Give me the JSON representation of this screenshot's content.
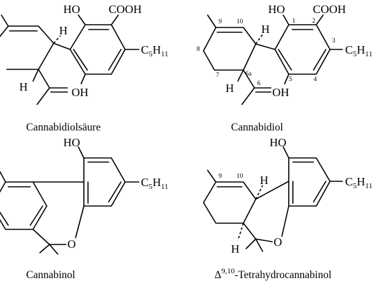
{
  "molecules": [
    {
      "caption": "Cannabidiolsäure",
      "hydroxyl_top": "HO",
      "hydroxyl_bottom": "OH",
      "acid_group": "COOH",
      "hydrogen_top": "H",
      "hydrogen_bottom": "H",
      "alkyl": {
        "main": "C",
        "n1": "5",
        "h": "H",
        "n2": "11"
      }
    },
    {
      "caption": "Cannabidiol",
      "hydroxyl_top": "HO",
      "hydroxyl_bottom": "OH",
      "acid_group": "COOH",
      "hydrogen_top": "H",
      "hydrogen_bottom": "H",
      "alkyl": {
        "main": "C",
        "n1": "5",
        "h": "H",
        "n2": "11"
      },
      "atom_numbers": [
        "9",
        "10",
        "8",
        "7",
        "6a",
        "6",
        "1",
        "2",
        "3",
        "4",
        "5"
      ]
    },
    {
      "caption": "Cannabinol",
      "hydroxyl_top": "HO",
      "ring_oxygen": "O",
      "alkyl": {
        "main": "C",
        "n1": "5",
        "h": "H",
        "n2": "11"
      }
    },
    {
      "caption_prefix": "Δ",
      "caption_superscript": "9,10",
      "caption": "-Tetrahydrocannabinol",
      "hydroxyl_top": "HO",
      "ring_oxygen": "O",
      "hydrogen_top": "H",
      "hydrogen_bottom": "H",
      "alkyl": {
        "main": "C",
        "n1": "5",
        "h": "H",
        "n2": "11"
      },
      "atom_numbers": [
        "9",
        "10"
      ]
    }
  ]
}
